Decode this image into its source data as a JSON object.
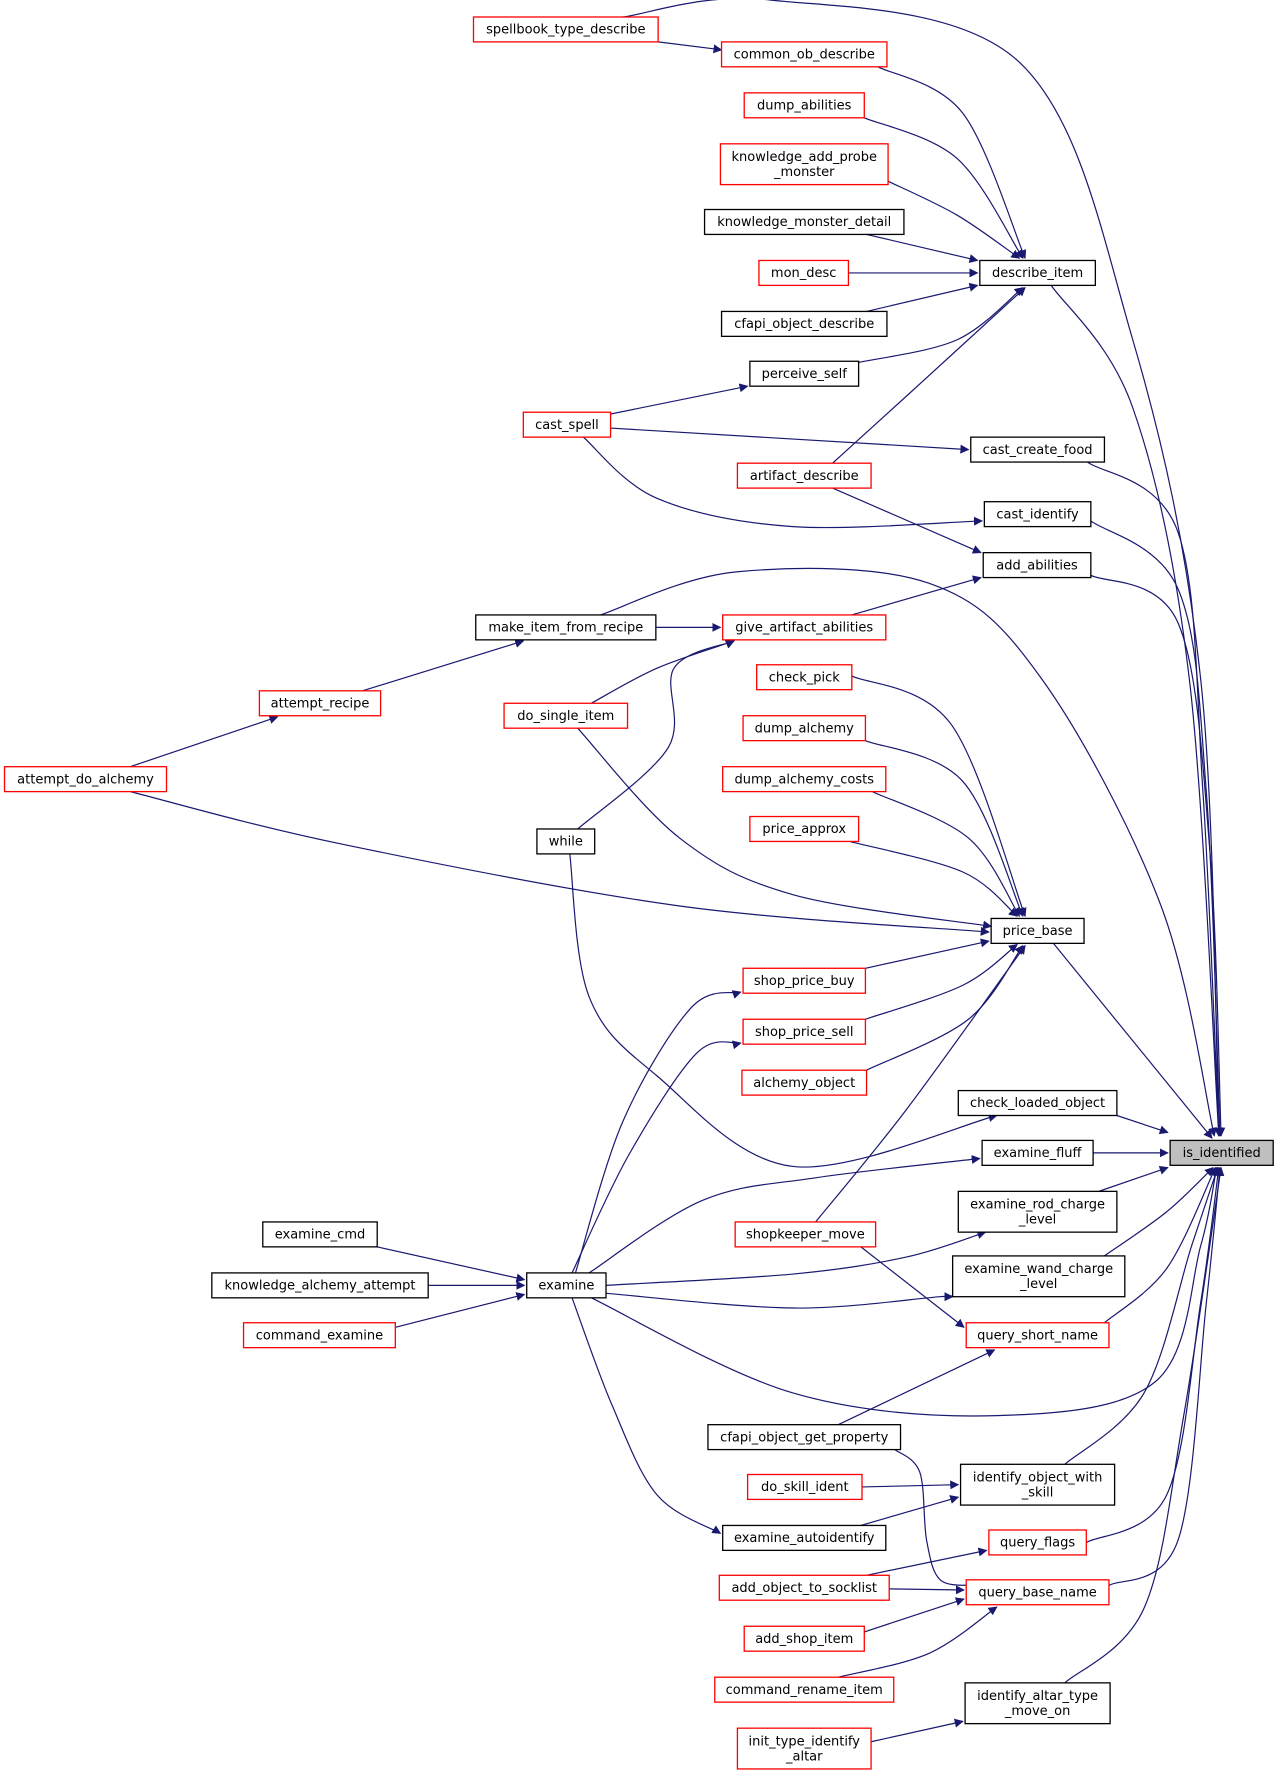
{
  "colors": {
    "edge": "#191970",
    "root_fill": "#bfbfbf",
    "linked_border": "#ff0000",
    "plain_border": "#000000"
  },
  "diagram": {
    "root": "n_is_identified",
    "nodes": [
      {
        "id": "n_is_identified",
        "lines": [
          "is_identified"
        ],
        "style": "root"
      },
      {
        "id": "n_spellbook_type_describe",
        "lines": [
          "spellbook_type_describe"
        ],
        "style": "linked"
      },
      {
        "id": "n_common_ob_describe",
        "lines": [
          "common_ob_describe"
        ],
        "style": "linked"
      },
      {
        "id": "n_dump_abilities",
        "lines": [
          "dump_abilities"
        ],
        "style": "linked"
      },
      {
        "id": "n_knowledge_add_probe_monster",
        "lines": [
          "knowledge_add_probe",
          "_monster"
        ],
        "style": "linked"
      },
      {
        "id": "n_knowledge_monster_detail",
        "lines": [
          "knowledge_monster_detail"
        ],
        "style": "plain"
      },
      {
        "id": "n_mon_desc",
        "lines": [
          "mon_desc"
        ],
        "style": "linked"
      },
      {
        "id": "n_cfapi_object_describe",
        "lines": [
          "cfapi_object_describe"
        ],
        "style": "plain"
      },
      {
        "id": "n_perceive_self",
        "lines": [
          "perceive_self"
        ],
        "style": "plain"
      },
      {
        "id": "n_describe_item",
        "lines": [
          "describe_item"
        ],
        "style": "plain"
      },
      {
        "id": "n_cast_spell",
        "lines": [
          "cast_spell"
        ],
        "style": "linked"
      },
      {
        "id": "n_artifact_describe",
        "lines": [
          "artifact_describe"
        ],
        "style": "linked"
      },
      {
        "id": "n_cast_create_food",
        "lines": [
          "cast_create_food"
        ],
        "style": "plain"
      },
      {
        "id": "n_cast_identify",
        "lines": [
          "cast_identify"
        ],
        "style": "plain"
      },
      {
        "id": "n_add_abilities",
        "lines": [
          "add_abilities"
        ],
        "style": "plain"
      },
      {
        "id": "n_make_item_from_recipe",
        "lines": [
          "make_item_from_recipe"
        ],
        "style": "plain"
      },
      {
        "id": "n_give_artifact_abilities",
        "lines": [
          "give_artifact_abilities"
        ],
        "style": "linked"
      },
      {
        "id": "n_attempt_recipe",
        "lines": [
          "attempt_recipe"
        ],
        "style": "linked"
      },
      {
        "id": "n_do_single_item",
        "lines": [
          "do_single_item"
        ],
        "style": "linked"
      },
      {
        "id": "n_attempt_do_alchemy",
        "lines": [
          "attempt_do_alchemy"
        ],
        "style": "linked"
      },
      {
        "id": "n_check_pick",
        "lines": [
          "check_pick"
        ],
        "style": "linked"
      },
      {
        "id": "n_dump_alchemy",
        "lines": [
          "dump_alchemy"
        ],
        "style": "linked"
      },
      {
        "id": "n_dump_alchemy_costs",
        "lines": [
          "dump_alchemy_costs"
        ],
        "style": "linked"
      },
      {
        "id": "n_price_approx",
        "lines": [
          "price_approx"
        ],
        "style": "linked"
      },
      {
        "id": "n_while",
        "lines": [
          "while"
        ],
        "style": "plain"
      },
      {
        "id": "n_price_base",
        "lines": [
          "price_base"
        ],
        "style": "plain"
      },
      {
        "id": "n_shop_price_buy",
        "lines": [
          "shop_price_buy"
        ],
        "style": "linked"
      },
      {
        "id": "n_shop_price_sell",
        "lines": [
          "shop_price_sell"
        ],
        "style": "linked"
      },
      {
        "id": "n_alchemy_object",
        "lines": [
          "alchemy_object"
        ],
        "style": "linked"
      },
      {
        "id": "n_check_loaded_object",
        "lines": [
          "check_loaded_object"
        ],
        "style": "plain"
      },
      {
        "id": "n_examine_fluff",
        "lines": [
          "examine_fluff"
        ],
        "style": "plain"
      },
      {
        "id": "n_examine_rod_charge_level",
        "lines": [
          "examine_rod_charge",
          "_level"
        ],
        "style": "plain"
      },
      {
        "id": "n_shopkeeper_move",
        "lines": [
          "shopkeeper_move"
        ],
        "style": "linked"
      },
      {
        "id": "n_examine_wand_charge_level",
        "lines": [
          "examine_wand_charge",
          "_level"
        ],
        "style": "plain"
      },
      {
        "id": "n_examine_cmd",
        "lines": [
          "examine_cmd"
        ],
        "style": "plain"
      },
      {
        "id": "n_knowledge_alchemy_attempt",
        "lines": [
          "knowledge_alchemy_attempt"
        ],
        "style": "plain"
      },
      {
        "id": "n_examine",
        "lines": [
          "examine"
        ],
        "style": "plain"
      },
      {
        "id": "n_command_examine",
        "lines": [
          "command_examine"
        ],
        "style": "linked"
      },
      {
        "id": "n_query_short_name",
        "lines": [
          "query_short_name"
        ],
        "style": "linked"
      },
      {
        "id": "n_cfapi_object_get_property",
        "lines": [
          "cfapi_object_get_property"
        ],
        "style": "plain"
      },
      {
        "id": "n_identify_object_with_skill",
        "lines": [
          "identify_object_with",
          "_skill"
        ],
        "style": "plain"
      },
      {
        "id": "n_do_skill_ident",
        "lines": [
          "do_skill_ident"
        ],
        "style": "linked"
      },
      {
        "id": "n_examine_autoidentify",
        "lines": [
          "examine_autoidentify"
        ],
        "style": "plain"
      },
      {
        "id": "n_query_flags",
        "lines": [
          "query_flags"
        ],
        "style": "linked"
      },
      {
        "id": "n_add_object_to_socklist",
        "lines": [
          "add_object_to_socklist"
        ],
        "style": "linked"
      },
      {
        "id": "n_query_base_name",
        "lines": [
          "query_base_name"
        ],
        "style": "linked"
      },
      {
        "id": "n_add_shop_item",
        "lines": [
          "add_shop_item"
        ],
        "style": "linked"
      },
      {
        "id": "n_command_rename_item",
        "lines": [
          "command_rename_item"
        ],
        "style": "linked"
      },
      {
        "id": "n_identify_altar_type_move_on",
        "lines": [
          "identify_altar_type",
          "_move_on"
        ],
        "style": "plain"
      },
      {
        "id": "n_init_type_identify_altar",
        "lines": [
          "init_type_identify",
          "_altar"
        ],
        "style": "linked"
      }
    ],
    "edges": [
      [
        "n_spellbook_type_describe",
        "n_is_identified"
      ],
      [
        "n_spellbook_type_describe",
        "n_common_ob_describe"
      ],
      [
        "n_common_ob_describe",
        "n_describe_item"
      ],
      [
        "n_dump_abilities",
        "n_describe_item"
      ],
      [
        "n_knowledge_add_probe_monster",
        "n_describe_item"
      ],
      [
        "n_knowledge_monster_detail",
        "n_describe_item"
      ],
      [
        "n_mon_desc",
        "n_describe_item"
      ],
      [
        "n_cfapi_object_describe",
        "n_describe_item"
      ],
      [
        "n_perceive_self",
        "n_describe_item"
      ],
      [
        "n_artifact_describe",
        "n_describe_item"
      ],
      [
        "n_describe_item",
        "n_is_identified"
      ],
      [
        "n_cast_spell",
        "n_perceive_self"
      ],
      [
        "n_cast_spell",
        "n_cast_create_food"
      ],
      [
        "n_cast_spell",
        "n_cast_identify"
      ],
      [
        "n_cast_create_food",
        "n_is_identified"
      ],
      [
        "n_cast_identify",
        "n_is_identified"
      ],
      [
        "n_artifact_describe",
        "n_add_abilities"
      ],
      [
        "n_give_artifact_abilities",
        "n_add_abilities"
      ],
      [
        "n_add_abilities",
        "n_is_identified"
      ],
      [
        "n_make_item_from_recipe",
        "n_give_artifact_abilities"
      ],
      [
        "n_make_item_from_recipe",
        "n_is_identified"
      ],
      [
        "n_attempt_recipe",
        "n_make_item_from_recipe"
      ],
      [
        "n_attempt_do_alchemy",
        "n_attempt_recipe"
      ],
      [
        "n_attempt_do_alchemy",
        "n_price_base"
      ],
      [
        "n_do_single_item",
        "n_give_artifact_abilities"
      ],
      [
        "n_do_single_item",
        "n_price_base"
      ],
      [
        "n_while",
        "n_give_artifact_abilities"
      ],
      [
        "n_while",
        "n_check_loaded_object"
      ],
      [
        "n_check_pick",
        "n_price_base"
      ],
      [
        "n_dump_alchemy",
        "n_price_base"
      ],
      [
        "n_dump_alchemy_costs",
        "n_price_base"
      ],
      [
        "n_price_approx",
        "n_price_base"
      ],
      [
        "n_shop_price_buy",
        "n_price_base"
      ],
      [
        "n_shop_price_sell",
        "n_price_base"
      ],
      [
        "n_alchemy_object",
        "n_price_base"
      ],
      [
        "n_shopkeeper_move",
        "n_price_base"
      ],
      [
        "n_price_base",
        "n_is_identified"
      ],
      [
        "n_check_loaded_object",
        "n_is_identified"
      ],
      [
        "n_examine_fluff",
        "n_is_identified"
      ],
      [
        "n_examine_rod_charge_level",
        "n_is_identified"
      ],
      [
        "n_examine_wand_charge_level",
        "n_is_identified"
      ],
      [
        "n_query_short_name",
        "n_is_identified"
      ],
      [
        "n_identify_object_with_skill",
        "n_is_identified"
      ],
      [
        "n_query_flags",
        "n_is_identified"
      ],
      [
        "n_query_base_name",
        "n_is_identified"
      ],
      [
        "n_identify_altar_type_move_on",
        "n_is_identified"
      ],
      [
        "n_examine",
        "n_is_identified"
      ],
      [
        "n_examine",
        "n_shop_price_buy"
      ],
      [
        "n_examine",
        "n_shop_price_sell"
      ],
      [
        "n_examine",
        "n_examine_fluff"
      ],
      [
        "n_examine",
        "n_examine_rod_charge_level"
      ],
      [
        "n_examine",
        "n_examine_wand_charge_level"
      ],
      [
        "n_examine",
        "n_examine_autoidentify"
      ],
      [
        "n_examine_cmd",
        "n_examine"
      ],
      [
        "n_knowledge_alchemy_attempt",
        "n_examine"
      ],
      [
        "n_command_examine",
        "n_examine"
      ],
      [
        "n_shopkeeper_move",
        "n_query_short_name"
      ],
      [
        "n_cfapi_object_get_property",
        "n_query_short_name"
      ],
      [
        "n_cfapi_object_get_property",
        "n_query_base_name"
      ],
      [
        "n_do_skill_ident",
        "n_identify_object_with_skill"
      ],
      [
        "n_examine_autoidentify",
        "n_identify_object_with_skill"
      ],
      [
        "n_add_object_to_socklist",
        "n_query_flags"
      ],
      [
        "n_add_object_to_socklist",
        "n_query_base_name"
      ],
      [
        "n_add_shop_item",
        "n_query_base_name"
      ],
      [
        "n_command_rename_item",
        "n_query_base_name"
      ],
      [
        "n_init_type_identify_altar",
        "n_identify_altar_type_move_on"
      ]
    ]
  }
}
